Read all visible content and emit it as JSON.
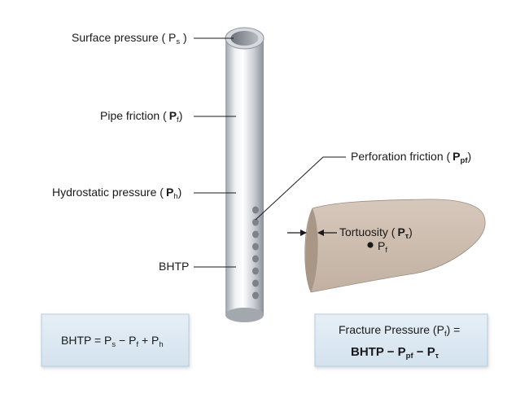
{
  "labels": {
    "surface_pressure": {
      "text": "Surface pressure  ( P",
      "sub": "s",
      "close": " )"
    },
    "pipe_friction": {
      "text": "Pipe friction  (",
      "sym": "P",
      "sub": "f",
      "close": ")"
    },
    "hydrostatic_pressure": {
      "text": "Hydrostatic pressure  (",
      "sym": "P",
      "sub": "h",
      "close": ")"
    },
    "bhtp": {
      "text": "BHTP"
    },
    "perforation_friction": {
      "text": "Perforation friction  (",
      "sym": "P",
      "sub": "pf",
      "close": ")"
    },
    "tortuosity": {
      "text": "Tortuosity  (",
      "sym": "P",
      "sub": "τ",
      "close": ")"
    },
    "fracture_point": {
      "sym": "P",
      "sub": "f"
    }
  },
  "equations": {
    "left": {
      "lhs": "BHTP = P",
      "s": "s",
      "minus": " − P",
      "f": "f",
      "plus": " + P",
      "h": "h"
    },
    "right": {
      "line1": "Fracture Pressure (P",
      "line1_sub": "f",
      "line1_close": ") =",
      "line2": "BHTP − P",
      "pf": "pf",
      "minus": " − P",
      "tau": "τ"
    }
  },
  "colors": {
    "pipe_light": "#f4f5f8",
    "pipe_dark": "#8f939c",
    "rock": "#cdbdae",
    "rock_edge": "#8a7b6e",
    "box_fill": "#dde9f2",
    "box_stroke": "#b9cedd"
  }
}
